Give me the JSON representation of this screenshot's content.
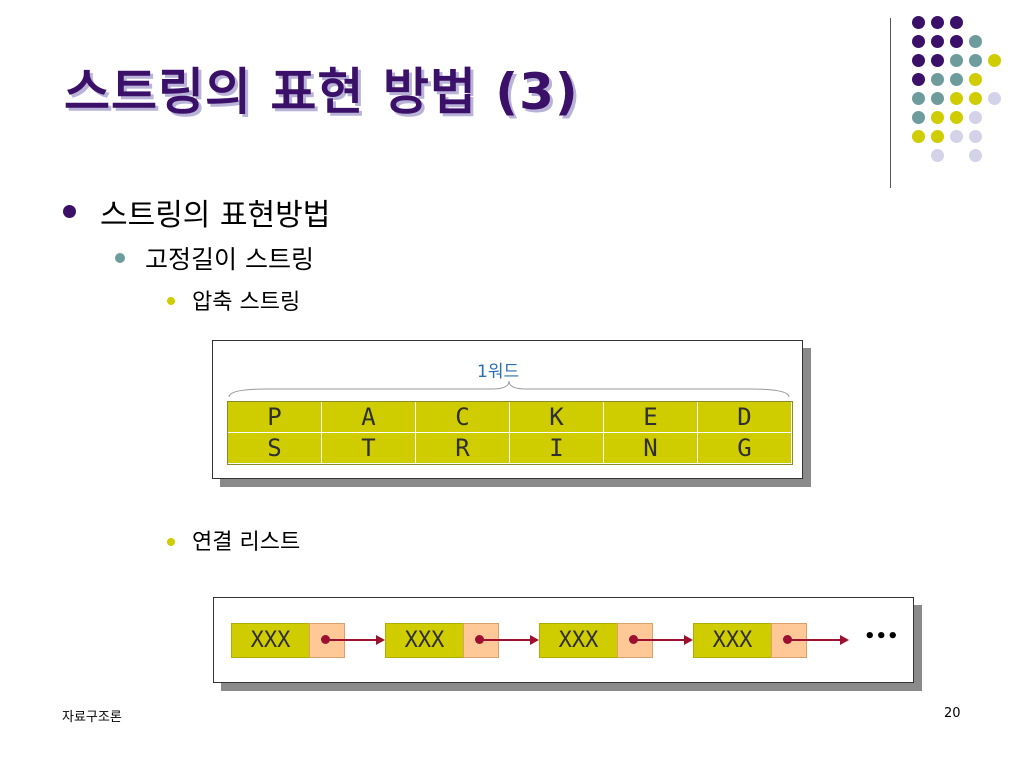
{
  "slide": {
    "title": "스트링의 표현 방법 (3)",
    "bullets": {
      "level1": "스트링의 표현방법",
      "level2": "고정길이 스트링",
      "level3a": "압축 스트링",
      "level3b": "연결 리스트"
    },
    "packed": {
      "brace_label": "1워드",
      "row1": [
        "P",
        "A",
        "C",
        "K",
        "E",
        "D"
      ],
      "row2": [
        "S",
        "T",
        "R",
        "I",
        "N",
        "G"
      ]
    },
    "linked": {
      "nodes": [
        "XXX",
        "XXX",
        "XXX",
        "XXX"
      ],
      "ellipsis": "•••"
    },
    "footer": {
      "left": "자료구조론",
      "page": "20"
    }
  },
  "colors": {
    "title": "#3a1068",
    "purple": "#3a1068",
    "teal": "#6e9c9c",
    "olive": "#cfcc00",
    "lavender": "#d4d2e8",
    "cell_fill": "#cfcc00",
    "pointer_fill": "#ffc896",
    "arrow": "#9e1030"
  }
}
